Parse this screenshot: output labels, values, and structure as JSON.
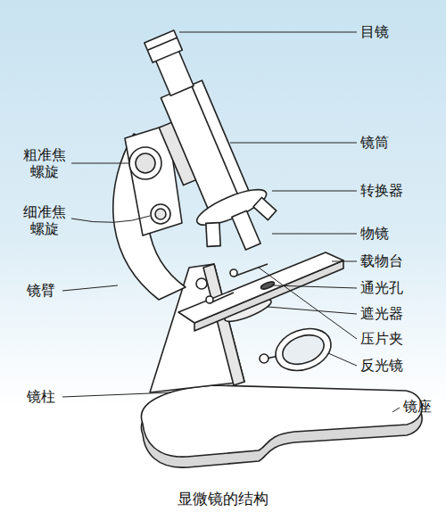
{
  "diagram": {
    "caption": "显微镜的结构",
    "labels": [
      "目镜",
      "粗准焦螺旋",
      "镜筒",
      "转换器",
      "细准焦螺旋",
      "物镜",
      "载物台",
      "镜臂",
      "通光孔",
      "遮光器",
      "压片夹",
      "反光镜",
      "镜柱",
      "镜座"
    ]
  }
}
